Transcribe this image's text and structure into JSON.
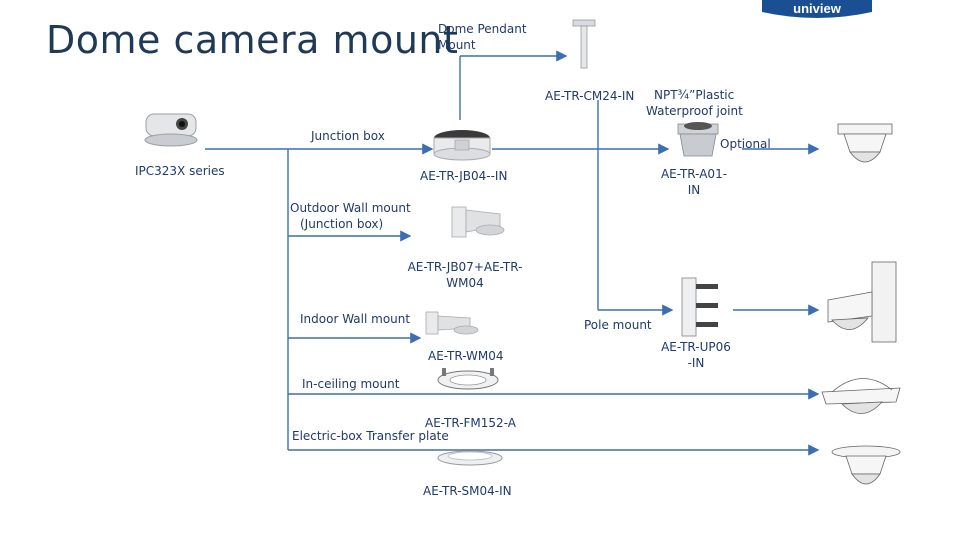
{
  "title": "Dome camera mount",
  "brand": "uniview",
  "colors": {
    "accent": "#2a5f9e",
    "arrow": "#3d6fb0",
    "text": "#1f3a6b",
    "title": "#1f3a57",
    "brand_blue": "#1b4f93"
  },
  "labels": {
    "camera": "IPC323X series",
    "pendant_heading_1": "Dome Pendant",
    "pendant_heading_2": "Mount",
    "pendant_model": "AE-TR-CM24-IN",
    "npt_1": "NPT¾”Plastic",
    "npt_2": "Waterproof joint",
    "optional": "Optional",
    "junction_box": "Junction box",
    "jb04": "AE-TR-JB04--IN",
    "a01_1": "AE-TR-A01-",
    "a01_2": "IN",
    "outdoor_wall_1": "Outdoor Wall mount",
    "outdoor_wall_2": "(Junction box)",
    "jb07_1": "AE-TR-JB07+AE-TR-",
    "jb07_2": "WM04",
    "indoor_wall": "Indoor Wall mount",
    "pole_mount": "Pole mount",
    "wm04": "AE-TR-WM04",
    "up06_1": "AE-TR-UP06",
    "up06_2": "-IN",
    "in_ceiling": "In-ceiling mount",
    "fm152": "AE-TR-FM152-A",
    "electric_box": "Electric-box Transfer plate",
    "sm04": "AE-TR-SM04-IN"
  }
}
